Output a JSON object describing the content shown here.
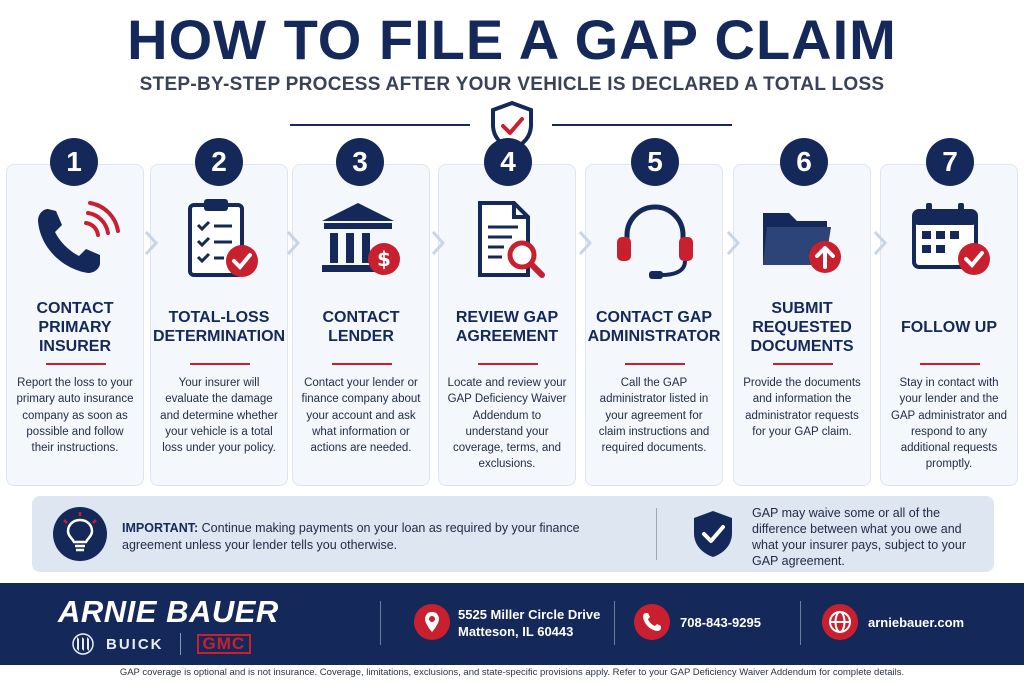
{
  "header": {
    "title": "HOW TO FILE A GAP CLAIM",
    "subtitle": "STEP-BY-STEP PROCESS AFTER YOUR VEHICLE IS DECLARED A TOTAL LOSS"
  },
  "steps": [
    {
      "number": "1",
      "title": "CONTACT PRIMARY INSURER",
      "icon": "phone-icon",
      "description": "Report the loss to your primary auto insurance company as soon as possible and follow their instructions."
    },
    {
      "number": "2",
      "title": "TOTAL-LOSS DETERMINATION",
      "icon": "clipboard-check-icon",
      "description": "Your insurer will evaluate the damage and determine whether your vehicle is a total loss under your policy."
    },
    {
      "number": "3",
      "title": "CONTACT LENDER",
      "icon": "bank-icon",
      "description": "Contact your lender or finance company about your account and ask what information or actions are needed."
    },
    {
      "number": "4",
      "title": "REVIEW GAP AGREEMENT",
      "icon": "document-search-icon",
      "description": "Locate and review your GAP Deficiency Waiver Addendum to understand your coverage, terms, and exclusions."
    },
    {
      "number": "5",
      "title": "CONTACT GAP ADMINISTRATOR",
      "icon": "headset-icon",
      "description": "Call the GAP administrator listed in your agreement for claim instructions and required documents."
    },
    {
      "number": "6",
      "title": "SUBMIT REQUESTED DOCUMENTS",
      "icon": "folder-upload-icon",
      "description": "Provide the documents and information the administrator requests for your GAP claim."
    },
    {
      "number": "7",
      "title": "FOLLOW UP",
      "icon": "calendar-check-icon",
      "description": "Stay in contact with your lender and the GAP administrator and respond to any additional requests promptly."
    }
  ],
  "notice": {
    "important_label": "IMPORTANT:",
    "important_text": "Continue making payments on your loan as required by your finance agreement unless your lender tells you otherwise.",
    "waiver_text": "GAP may waive some or all of the difference between what you owe and what your insurer pays, subject to your GAP agreement."
  },
  "footer": {
    "brand": "ARNIE BAUER",
    "buick": "BUICK",
    "gmc": "GMC",
    "address_line1": "5525 Miller Circle Drive",
    "address_line2": "Matteson, IL 60443",
    "phone": "708-843-9295",
    "website": "arniebauer.com"
  },
  "disclaimer": "GAP coverage is optional and is not insurance. Coverage, limitations, exclusions, and state-specific provisions apply. Refer to your GAP Deficiency Waiver Addendum for complete details.",
  "colors": {
    "navy": "#14285a",
    "red": "#c8202f",
    "card": "#f4f7fb"
  }
}
